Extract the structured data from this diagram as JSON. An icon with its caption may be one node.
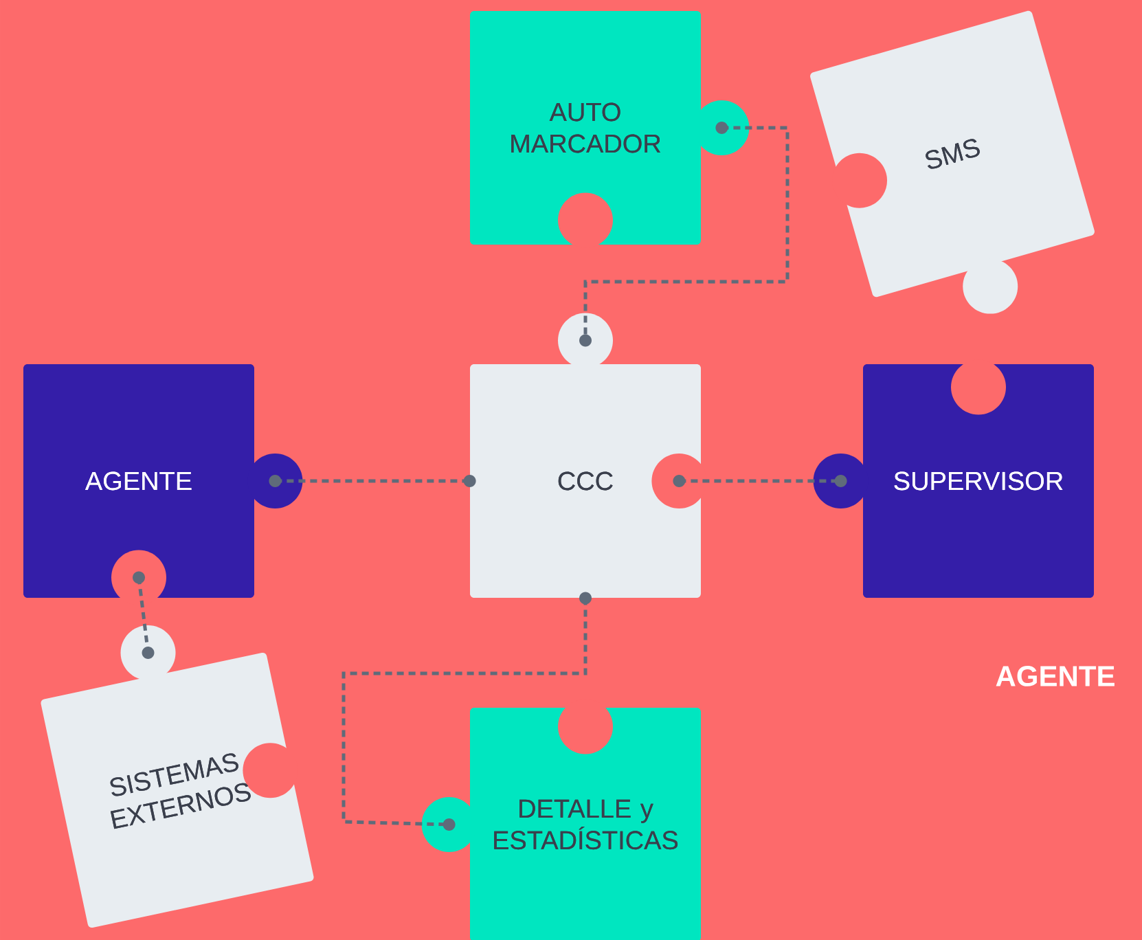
{
  "diagram": {
    "nodes": [
      {
        "text": [
          "AUTO MARCADOR"
        ]
      },
      {
        "text": [
          "SMS"
        ]
      },
      {
        "text": [
          "AGENTE"
        ]
      },
      {
        "text": [
          "CCC"
        ]
      },
      {
        "text": [
          "SUPERVISOR"
        ]
      },
      {
        "text": [
          "SISTEMAS EXTERNOS"
        ]
      },
      {
        "text": [
          "DETALLE y ESTADÍSTICAS"
        ]
      }
    ],
    "edges": [
      {
        "from": 0,
        "to": 3,
        "arrow": "other",
        "style": "dashed"
      },
      {
        "from": 2,
        "to": 3,
        "arrow": "other",
        "style": "dashed"
      },
      {
        "from": 3,
        "to": 4,
        "arrow": "other",
        "style": "dashed"
      },
      {
        "from": 2,
        "to": 5,
        "arrow": "other",
        "style": "dashed"
      },
      {
        "from": 3,
        "to": 6,
        "arrow": "other",
        "style": "dashed"
      }
    ],
    "labels": [
      "AGENTE"
    ]
  }
}
